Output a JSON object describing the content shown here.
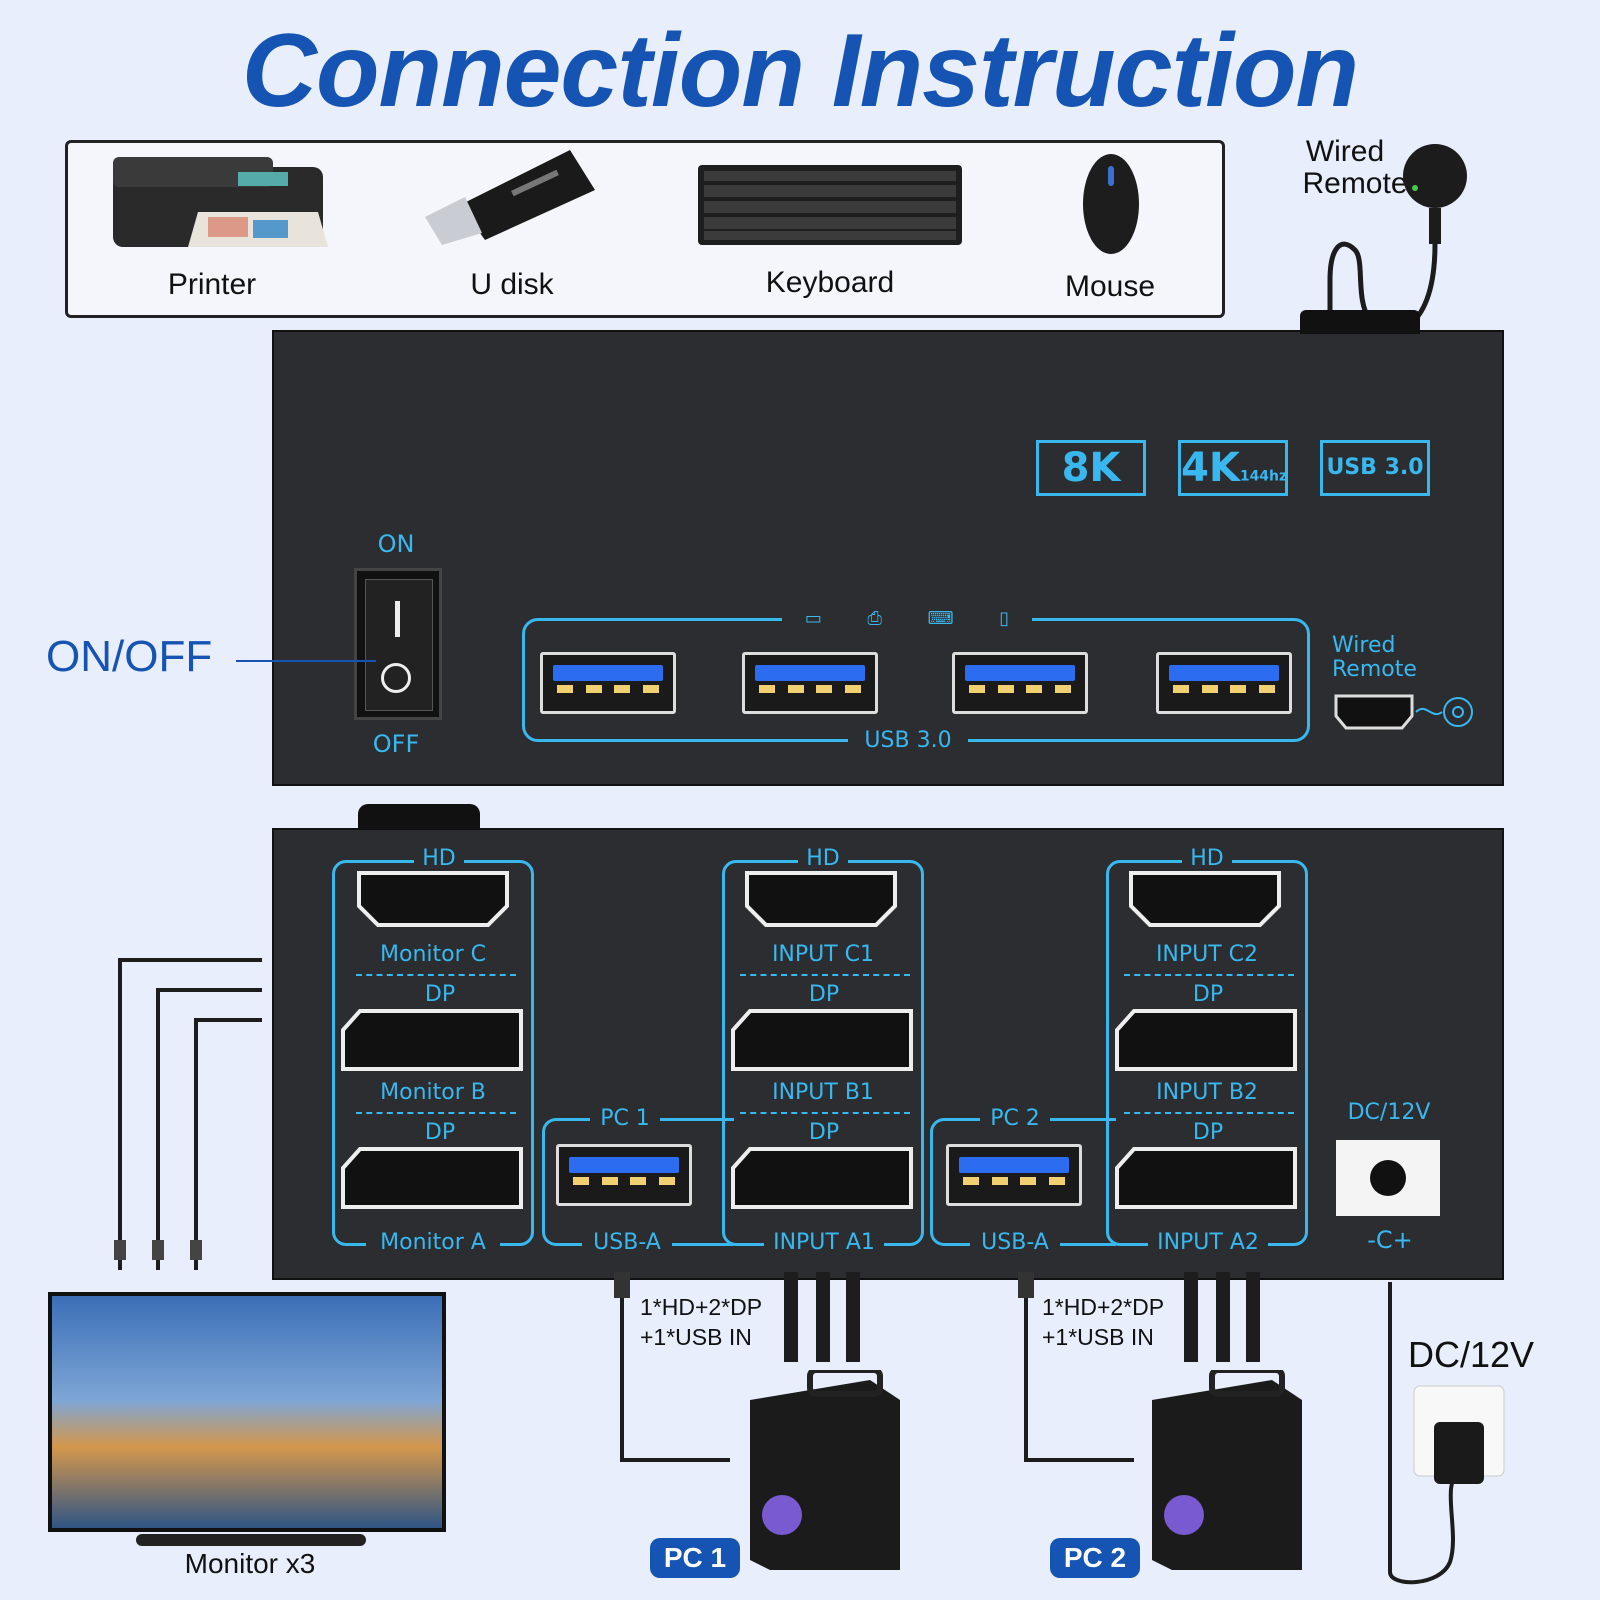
{
  "title": "Connection Instruction",
  "peripherals": [
    {
      "label": "Printer",
      "icon": "printer-icon"
    },
    {
      "label": "U disk",
      "icon": "usb-disk-icon"
    },
    {
      "label": "Keyboard",
      "icon": "keyboard-icon"
    },
    {
      "label": "Mouse",
      "icon": "mouse-icon"
    }
  ],
  "wired_remote": {
    "line1": "Wired",
    "line2": "Remote",
    "port_line1": "Wired",
    "port_line2": "Remote"
  },
  "front_panel": {
    "switch_on": "ON",
    "switch_off": "OFF",
    "onoff_callout": "ON/OFF",
    "badges": [
      "8K",
      "4K",
      "144hz",
      "USB 3.0"
    ],
    "usb_group_label": "USB 3.0"
  },
  "rear_panel": {
    "col1": {
      "hd_label": "HD",
      "hd_port": "Monitor C",
      "dp1_label": "DP",
      "dp1_port": "Monitor B",
      "dp2_label": "DP",
      "dp2_port": "Monitor A"
    },
    "pc1": {
      "label": "PC 1",
      "port": "USB-A"
    },
    "col2": {
      "hd_label": "HD",
      "hd_port": "INPUT C1",
      "dp1_label": "DP",
      "dp1_port": "INPUT B1",
      "dp2_label": "DP",
      "dp2_port": "INPUT A1"
    },
    "pc2": {
      "label": "PC 2",
      "port": "USB-A"
    },
    "col3": {
      "hd_label": "HD",
      "hd_port": "INPUT C2",
      "dp1_label": "DP",
      "dp1_port": "INPUT B2",
      "dp2_label": "DP",
      "dp2_port": "INPUT A2"
    },
    "dc_label": "DC/12V",
    "dc_symbol": "-C+"
  },
  "bottom": {
    "monitor_label": "Monitor x3",
    "pc1_note_line1": "1*HD+2*DP",
    "pc1_note_line2": "+1*USB IN",
    "pc2_note_line1": "1*HD+2*DP",
    "pc2_note_line2": "+1*USB IN",
    "pc1_pill": "PC 1",
    "pc2_pill": "PC 2",
    "dc_label": "DC/12V"
  },
  "colors": {
    "accent": "#39b8f0",
    "title": "#1654b4",
    "device": "#2b2d30",
    "usb_blue": "#2c6cf0"
  }
}
